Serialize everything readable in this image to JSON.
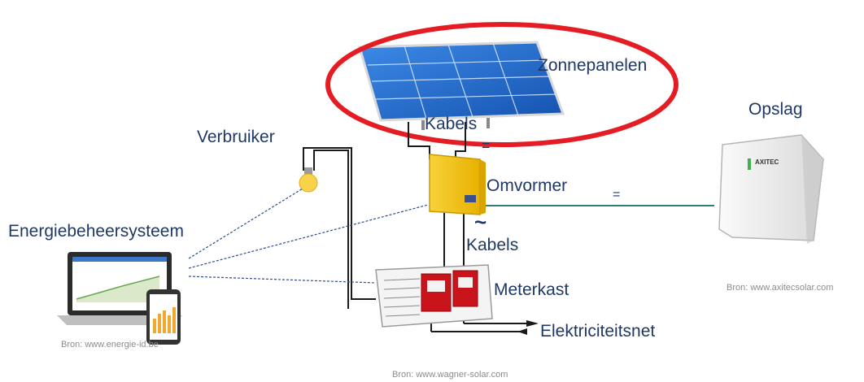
{
  "labels": {
    "zonnepanelen": "Zonnepanelen",
    "opslag": "Opslag",
    "verbruiker": "Verbruiker",
    "kabels_top": "Kabels",
    "omvormer": "Omvormer",
    "energiebeheersysteem": "Energiebeheersysteem",
    "kabels_bottom": "Kabels",
    "meterkast": "Meterkast",
    "elektriciteitsnet": "Elektriciteitsnet"
  },
  "symbols": {
    "dc_top": "=",
    "dc_storage": "=",
    "ac": "~"
  },
  "sources": {
    "axitec": "Bron: www.axitecsolar.com",
    "energie_id": "Bron: www.energie-id.be",
    "wagner": "Bron: www.wagner-solar.com"
  },
  "storage_brand": "AXITEC",
  "colors": {
    "highlight_ellipse": "#e41d24",
    "label_text": "#1f3864",
    "source_text": "#8c8c8c",
    "wire": "#1a1a1a",
    "dashed_link": "#2e4d8f",
    "panel_blue": "#1f6fd0",
    "inverter_yellow": "#f5c518",
    "meter_red": "#c9141c"
  }
}
